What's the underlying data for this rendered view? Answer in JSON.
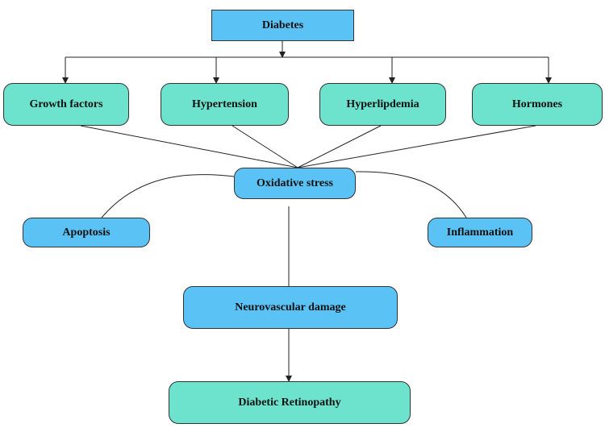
{
  "nodes": {
    "diabetes": "Diabetes",
    "growth_factors": "Growth factors",
    "hypertension": "Hypertension",
    "hyperlipidemia": "Hyperlipdemia",
    "hormones": "Hormones",
    "oxidative_stress": "Oxidative stress",
    "apoptosis": "Apoptosis",
    "inflammation": "Inflammation",
    "neurovascular_damage": "Neurovascular damage",
    "diabetic_retinopathy": "Diabetic Retinopathy"
  },
  "edges": [
    {
      "from": "diabetes",
      "to": "growth_factors",
      "arrow": true
    },
    {
      "from": "diabetes",
      "to": "hypertension",
      "arrow": true
    },
    {
      "from": "diabetes",
      "to": "hyperlipidemia",
      "arrow": true
    },
    {
      "from": "diabetes",
      "to": "hormones",
      "arrow": true
    },
    {
      "from": "growth_factors",
      "to": "oxidative_stress",
      "arrow": false
    },
    {
      "from": "hypertension",
      "to": "oxidative_stress",
      "arrow": false
    },
    {
      "from": "hyperlipidemia",
      "to": "oxidative_stress",
      "arrow": false
    },
    {
      "from": "hormones",
      "to": "oxidative_stress",
      "arrow": false
    },
    {
      "from": "oxidative_stress",
      "to": "apoptosis",
      "arrow": false
    },
    {
      "from": "oxidative_stress",
      "to": "inflammation",
      "arrow": false
    },
    {
      "from": "oxidative_stress",
      "to": "neurovascular_damage",
      "arrow": false
    },
    {
      "from": "neurovascular_damage",
      "to": "diabetic_retinopathy",
      "arrow": true
    }
  ],
  "colors": {
    "blue_node": "#5bc2f5",
    "green_node": "#6de3cd",
    "line": "#222222"
  }
}
